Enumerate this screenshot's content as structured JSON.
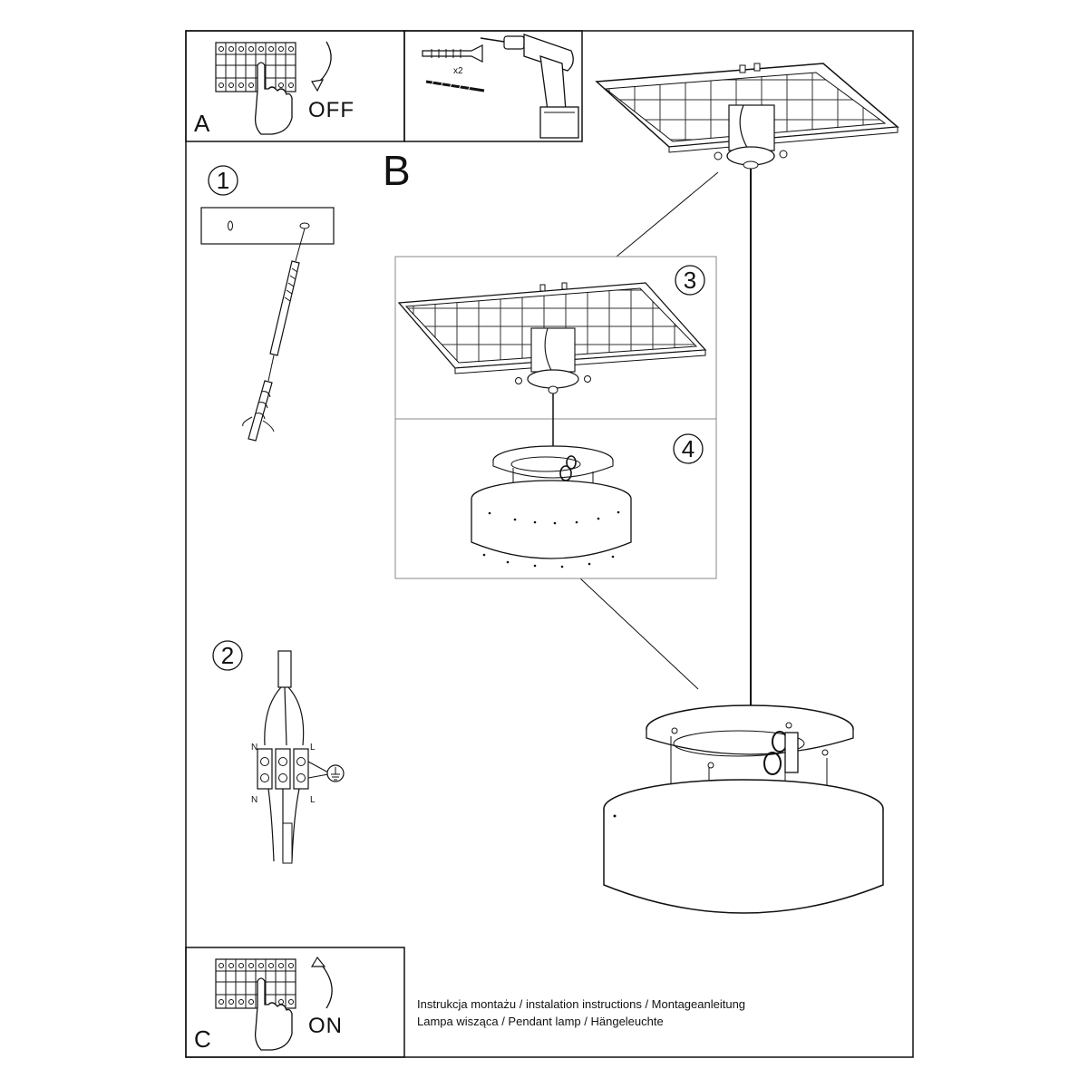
{
  "panels": {
    "a": {
      "letter": "A",
      "action": "OFF"
    },
    "tools": {
      "quantity": "x2"
    },
    "b": {
      "letter": "B"
    },
    "c": {
      "letter": "C",
      "action": "ON"
    }
  },
  "steps": [
    "1",
    "2",
    "3",
    "4"
  ],
  "wiring": {
    "neutral": "N",
    "live": "L"
  },
  "footer": {
    "line1": "Instrukcja montażu / instalation instructions / Montageanleitung",
    "line2": "Lampa wisząca / Pendant lamp / Hängeleuchte"
  },
  "icons": [
    "circuit-breaker-icon",
    "hand-icon",
    "curved-arrow-down-icon",
    "curved-arrow-up-icon",
    "drill-icon",
    "wall-plug-icon",
    "screw-icon",
    "ground-symbol-icon"
  ]
}
